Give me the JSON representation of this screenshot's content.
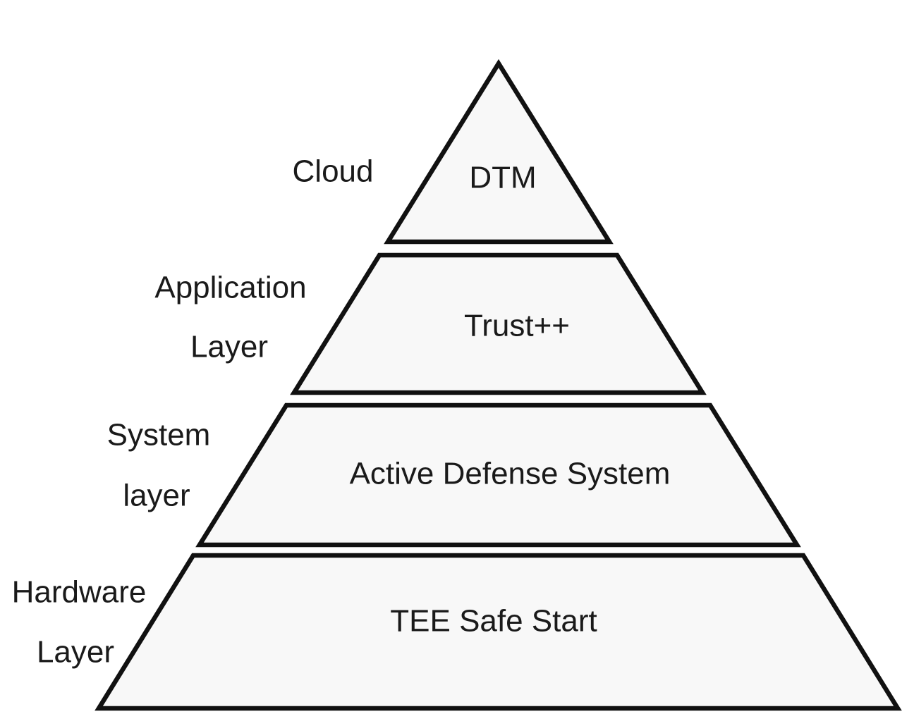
{
  "diagram": {
    "type": "pyramid",
    "colors": {
      "stroke": "#111111",
      "tier_fill": "#f8f8f8",
      "background": "#ffffff",
      "text": "#1a1a1a"
    },
    "layers": [
      {
        "side_label_line1": "Cloud",
        "side_label_line2": "",
        "content": "DTM"
      },
      {
        "side_label_line1": "Application",
        "side_label_line2": "Layer",
        "content": "Trust++"
      },
      {
        "side_label_line1": "System",
        "side_label_line2": "layer",
        "content": "Active Defense System"
      },
      {
        "side_label_line1": "Hardware",
        "side_label_line2": "Layer",
        "content": "TEE Safe Start"
      }
    ]
  }
}
